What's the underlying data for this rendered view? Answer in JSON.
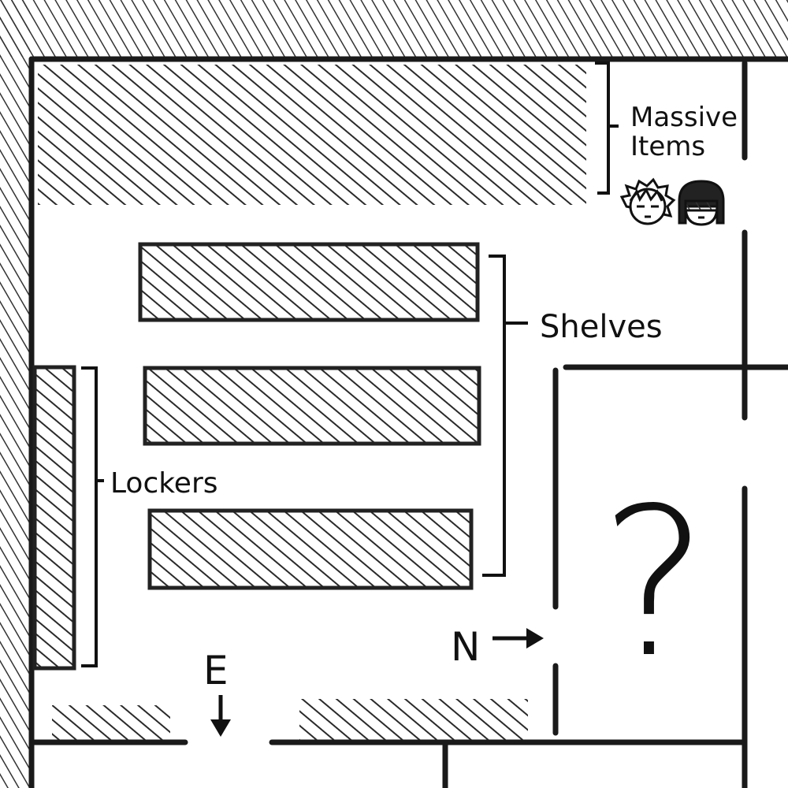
{
  "labels": {
    "massive_line1": "Massive",
    "massive_line2": "Items",
    "shelves": "Shelves",
    "lockers": "Lockers",
    "north": "N",
    "east": "E",
    "unknown_room": "?"
  },
  "icons": [
    "character-face-spiky-hair",
    "character-face-visor",
    "arrow-right-icon",
    "arrow-down-icon"
  ],
  "colors": {
    "ink": "#1a1a1a",
    "paper": "#ffffff"
  }
}
